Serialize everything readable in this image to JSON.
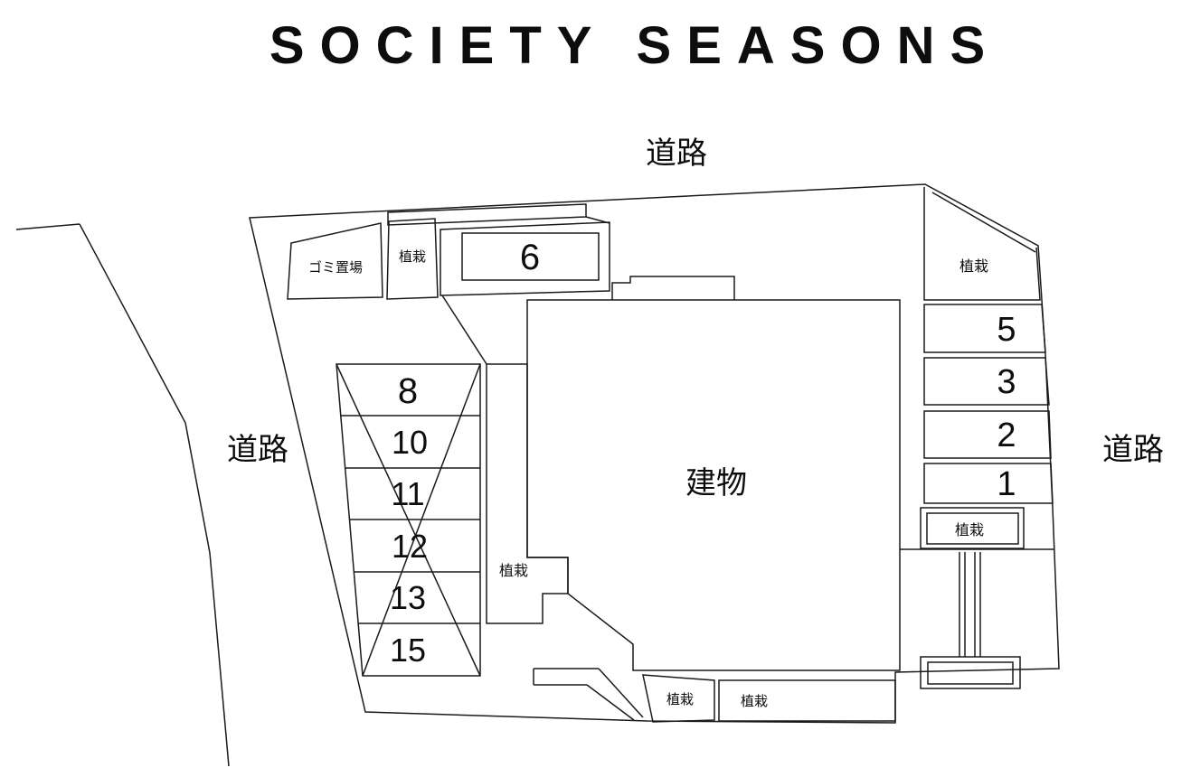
{
  "title": "SOCIETY SEASONS",
  "roads": {
    "top": "道路",
    "left": "道路",
    "right": "道路"
  },
  "building": {
    "label": "建物"
  },
  "garbage": {
    "label": "ゴミ置場"
  },
  "planting": {
    "top_left": "植栽",
    "top_right": "植栽",
    "center": "植栽",
    "right": "植栽",
    "bottom_left": "植栽",
    "bottom_center": "植栽"
  },
  "parking": {
    "space6": "6",
    "right_column": [
      "5",
      "3",
      "2",
      "1"
    ],
    "left_column": [
      "8",
      "10",
      "11",
      "12",
      "13",
      "15"
    ]
  }
}
